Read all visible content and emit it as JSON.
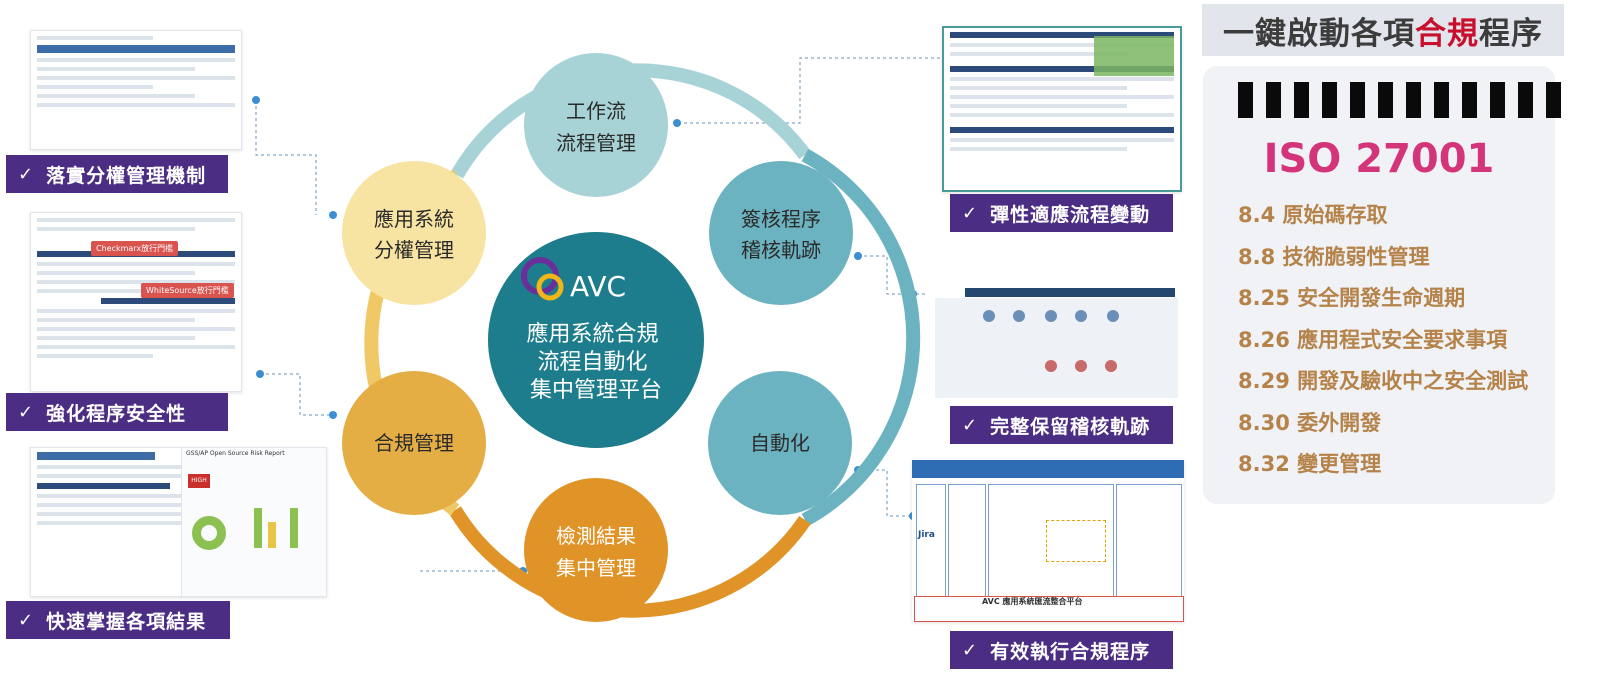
{
  "center": {
    "brand": "AVC",
    "lines": [
      "應用系統合規",
      "流程自動化",
      "集中管理平台"
    ]
  },
  "cycle": [
    {
      "lines": [
        "工作流",
        "流程管理"
      ]
    },
    {
      "lines": [
        "簽核程序",
        "稽核軌跡"
      ]
    },
    {
      "lines": [
        "自動化"
      ]
    },
    {
      "lines": [
        "檢測結果",
        "集中管理"
      ]
    },
    {
      "lines": [
        "合規管理"
      ]
    },
    {
      "lines": [
        "應用系統",
        "分權管理"
      ]
    }
  ],
  "features": {
    "f1": "落實分權管理機制",
    "f2": "強化程序安全性",
    "f3": "快速掌握各項結果",
    "f4": "彈性適應流程變動",
    "f5": "完整保留稽核軌跡",
    "f6": "有效執行合規程序",
    "check": "✓"
  },
  "thumbs": {
    "checkmarx_tag": "Checkmarx放行門檻",
    "whitesource_tag": "WhiteSource放行門檻",
    "report_title": "GSS/AP Open Source Risk Report",
    "high_label": "HIGH",
    "jira": "Jira",
    "platform": "AVC 應用系統匯流整合平台"
  },
  "panel": {
    "title_pre": "一鍵啟動各項",
    "title_hl": "合規",
    "title_post": "程序",
    "iso": "ISO 27001",
    "items": [
      "8.4 原始碼存取",
      "8.8 技術脆弱性管理",
      "8.25 安全開發生命週期",
      "8.26 應用程式安全要求事項",
      "8.29 開發及驗收中之安全測試",
      "8.30 委外開發",
      "8.32 變更管理"
    ]
  },
  "colors": {
    "ring_top": "#a8d3d6",
    "ring_right": "#6cb3c1",
    "ring_bottom": "#e09326",
    "ring_left": "#f0c866",
    "center": "#1e7d8c",
    "label_bar": "#4b2d84",
    "iso_title": "#d4357a",
    "iso_items": "#b5834a",
    "title_highlight": "#c8102e"
  }
}
